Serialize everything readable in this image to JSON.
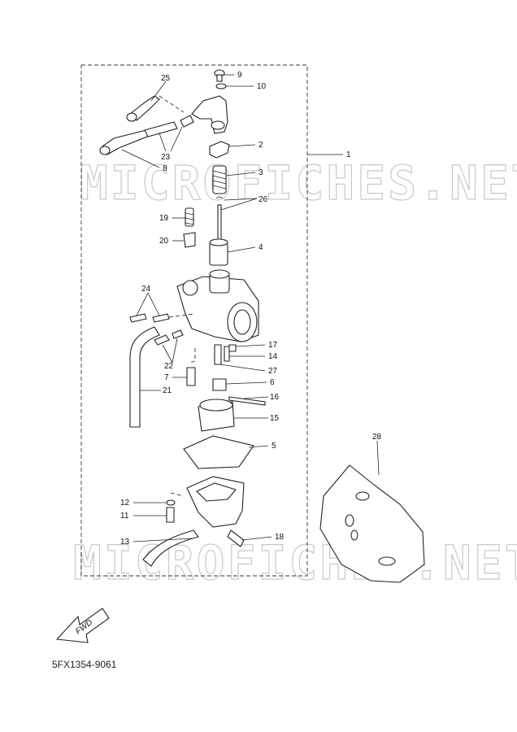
{
  "watermark": "MICROFICHES.NET",
  "callouts": {
    "c1": "1",
    "c2": "2",
    "c3": "3",
    "c4": "4",
    "c5": "5",
    "c6": "6",
    "c7": "7",
    "c8": "8",
    "c9": "9",
    "c10": "10",
    "c11": "11",
    "c12": "12",
    "c13": "13",
    "c14": "14",
    "c15": "15",
    "c16": "16",
    "c17": "17",
    "c18": "18",
    "c19": "19",
    "c20": "20",
    "c21": "21",
    "c22": "22",
    "c23": "23",
    "c24": "24",
    "c25": "25",
    "c26": "26",
    "c27": "27",
    "c28": "28"
  },
  "fwd_label": "FWD",
  "diagram_code": "5FX1354-9061"
}
